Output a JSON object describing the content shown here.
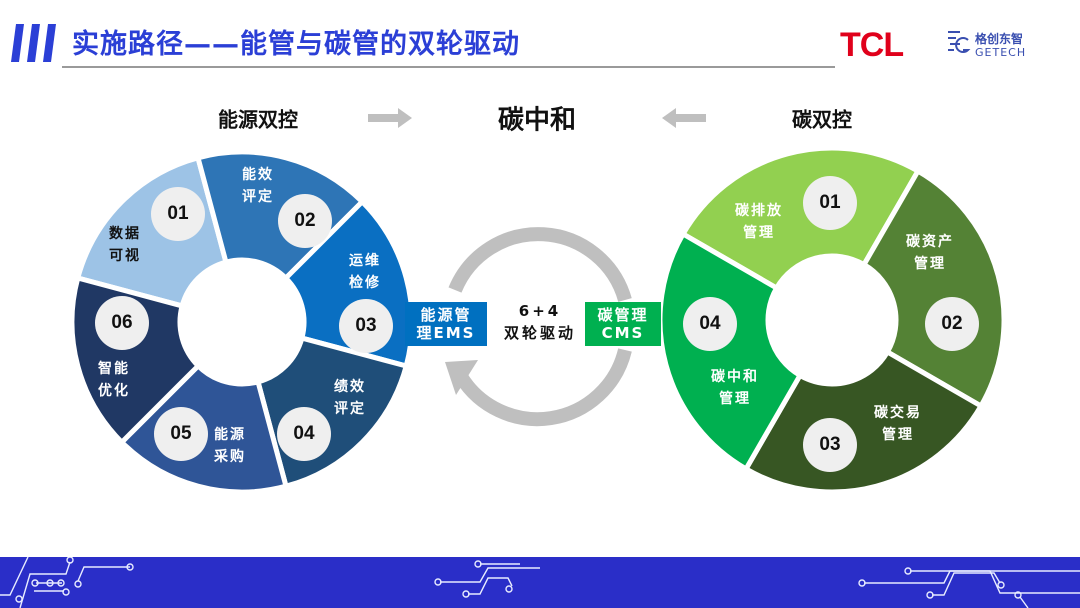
{
  "header": {
    "title": "实施路径——能管与碳管的双轮驱动",
    "logo_tcl": "TCL",
    "logo_getech_cn": "格创东智",
    "logo_getech_en": "GETECH"
  },
  "top_row": {
    "left": "能源双控",
    "center": "碳中和",
    "right": "碳双控"
  },
  "center": {
    "line1": "6+4",
    "line2": "双轮驱动",
    "ems_line1": "能源管",
    "ems_line2": "理EMS",
    "cms_line1": "碳管理",
    "cms_line2": "CMS"
  },
  "ems_ring": {
    "items": [
      {
        "num": "01",
        "l1": "数据",
        "l2": "可视",
        "color": "#9dc3e6"
      },
      {
        "num": "02",
        "l1": "能效",
        "l2": "评定",
        "color": "#2e75b6"
      },
      {
        "num": "03",
        "l1": "运维",
        "l2": "检修",
        "color": "#0a6fc2"
      },
      {
        "num": "04",
        "l1": "绩效",
        "l2": "评定",
        "color": "#1f4e79"
      },
      {
        "num": "05",
        "l1": "能源",
        "l2": "采购",
        "color": "#2f5597"
      },
      {
        "num": "06",
        "l1": "智能",
        "l2": "优化",
        "color": "#203864"
      }
    ]
  },
  "cms_ring": {
    "items": [
      {
        "num": "01",
        "l1": "碳排放",
        "l2": "管理",
        "color": "#92d050"
      },
      {
        "num": "02",
        "l1": "碳资产",
        "l2": "管理",
        "color": "#548235"
      },
      {
        "num": "03",
        "l1": "碳交易",
        "l2": "管理",
        "color": "#375623"
      },
      {
        "num": "04",
        "l1": "碳中和",
        "l2": "管理",
        "color": "#00b050"
      }
    ]
  },
  "colors": {
    "title": "#2b3fd6",
    "band": "#2a2ec8",
    "ems": "#0070c0",
    "cms": "#00b050",
    "arrow": "#bfbfbf"
  }
}
